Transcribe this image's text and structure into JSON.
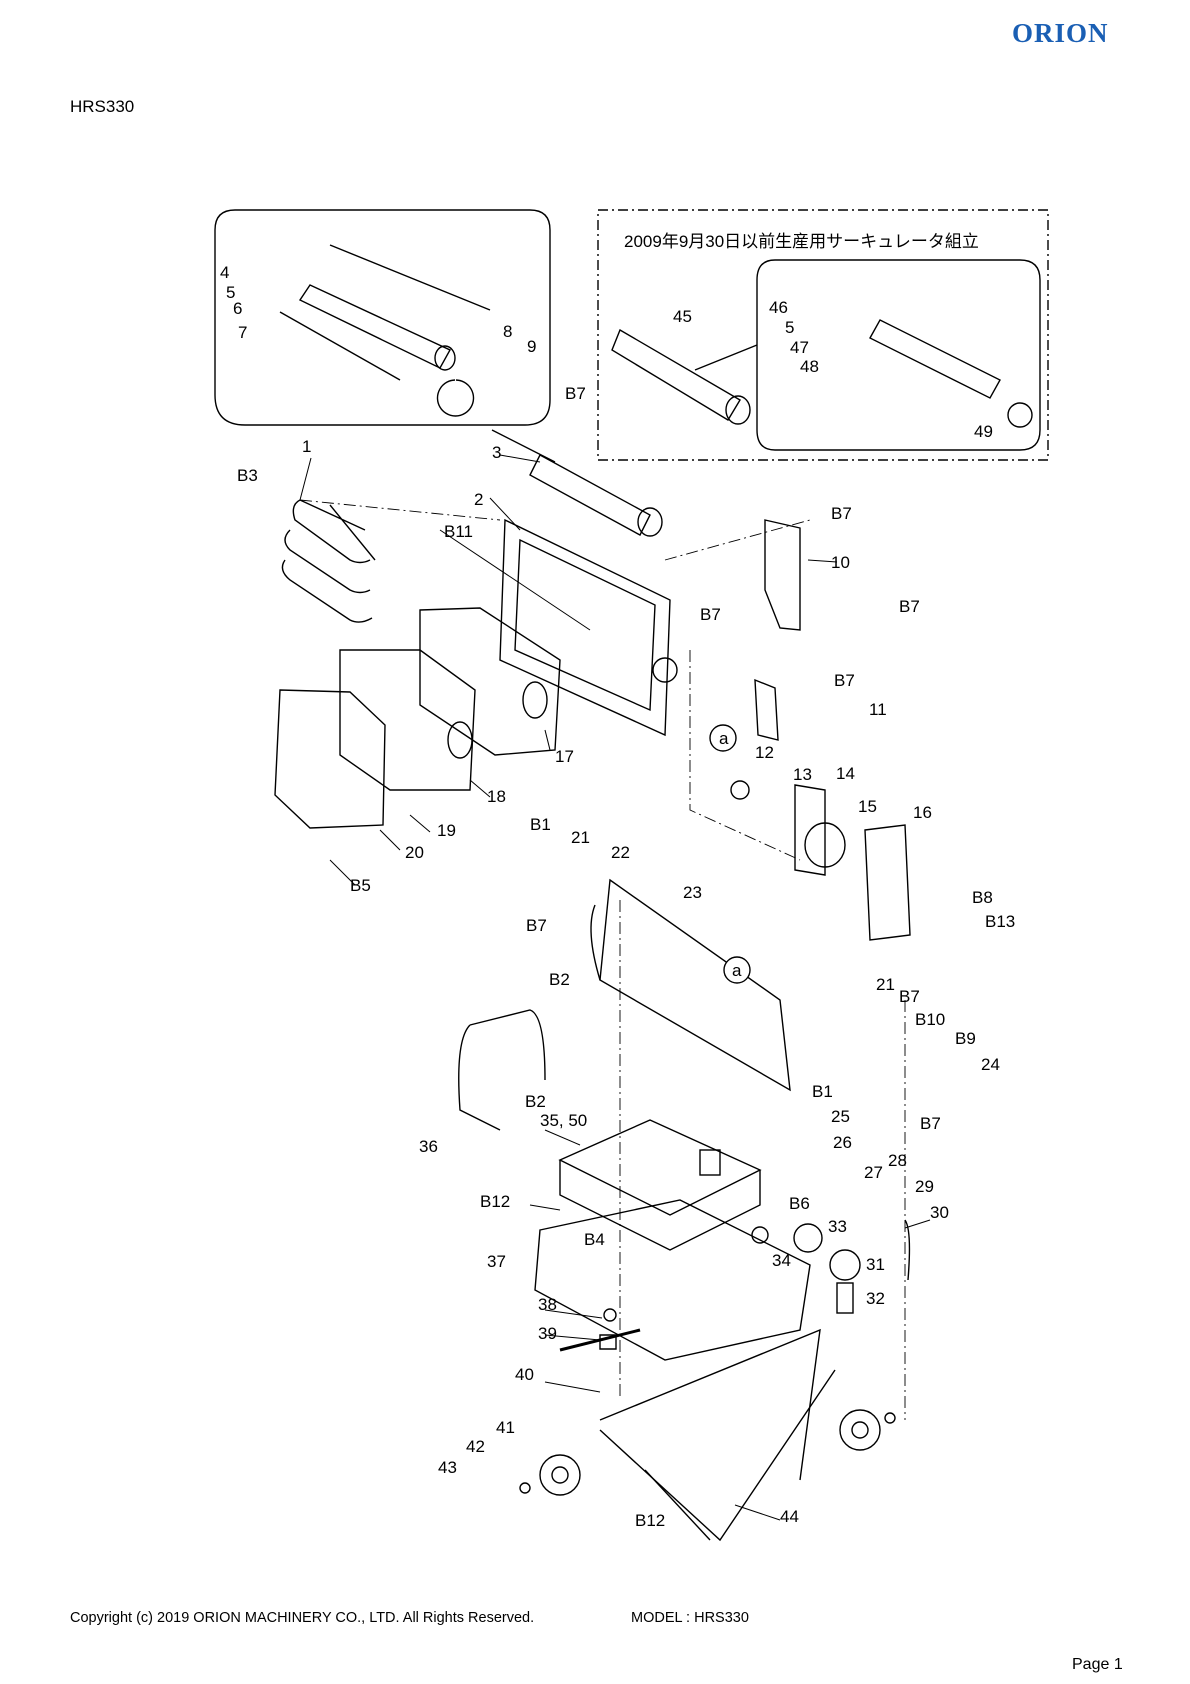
{
  "header": {
    "brand": "ORION",
    "brand_color": "#1a5fb4",
    "model": "HRS330"
  },
  "diagram": {
    "inset_note": "2009年9月30日以前生産用サーキュレータ組立",
    "part_labels": [
      "1",
      "2",
      "3",
      "4",
      "5",
      "6",
      "7",
      "8",
      "9",
      "10",
      "11",
      "12",
      "13",
      "14",
      "15",
      "16",
      "17",
      "18",
      "19",
      "20",
      "21",
      "22",
      "23",
      "21",
      "24",
      "25",
      "26",
      "27",
      "28",
      "29",
      "30",
      "31",
      "32",
      "33",
      "34",
      "35, 50",
      "36",
      "37",
      "38",
      "39",
      "40",
      "41",
      "42",
      "43",
      "44",
      "45",
      "46",
      "5",
      "47",
      "48",
      "49",
      "B1",
      "B1",
      "B2",
      "B2",
      "B3",
      "B4",
      "B5",
      "B6",
      "B7",
      "B7",
      "B7",
      "B7",
      "B7",
      "B7",
      "B7",
      "B7",
      "B8",
      "B9",
      "B10",
      "B11",
      "B12",
      "B12",
      "B13",
      "a",
      "a"
    ]
  },
  "footer": {
    "copyright": "Copyright (c) 2019 ORION MACHINERY CO., LTD. All Rights Reserved.",
    "model": "MODEL : HRS330",
    "page": "Page 1"
  }
}
